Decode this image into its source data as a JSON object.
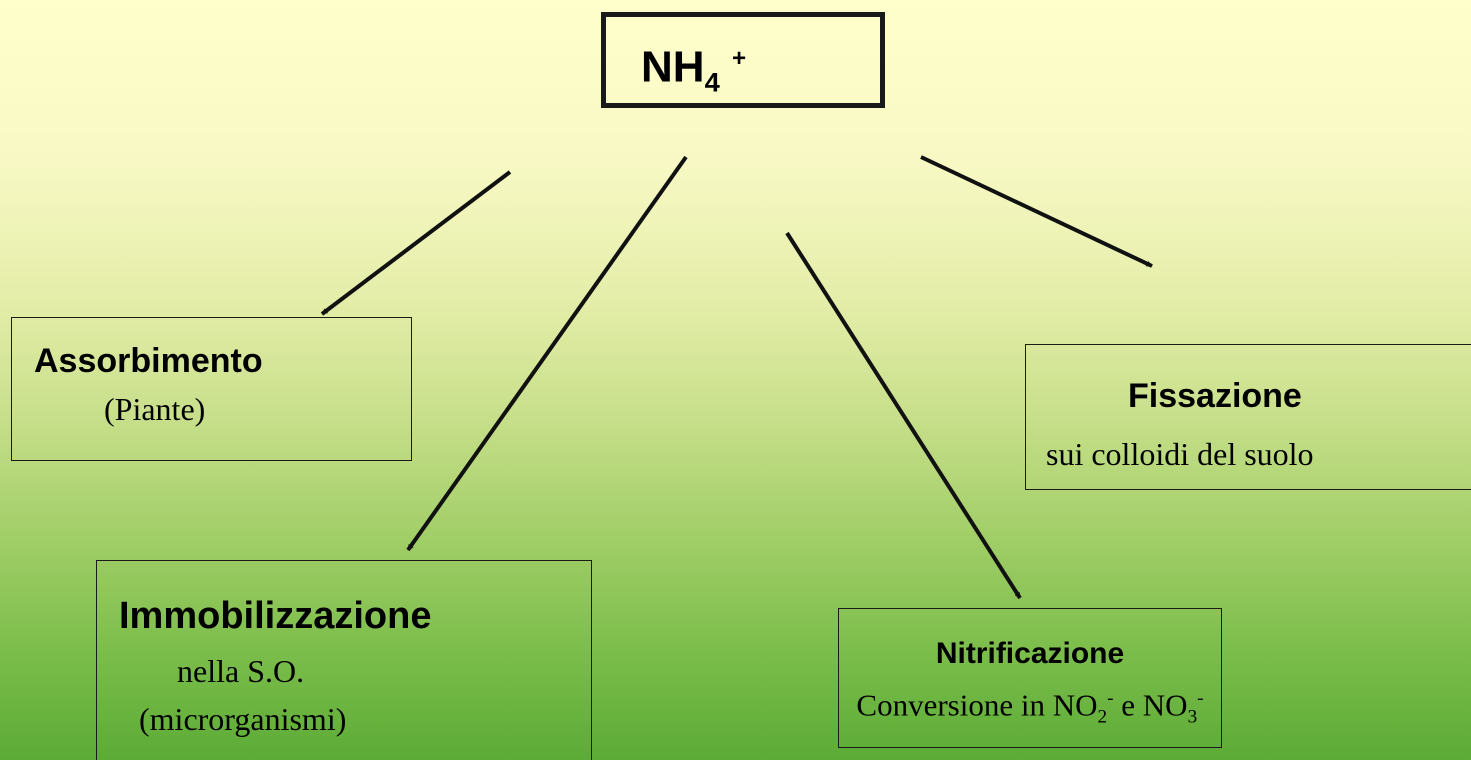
{
  "center": {
    "main": "NH",
    "sub": "4",
    "sup": "+"
  },
  "assorbimento": {
    "title": "Assorbimento",
    "subtitle": "(Piante)"
  },
  "immobilizzazione": {
    "title": "Immobilizzazione",
    "line1": "nella S.O.",
    "line2": "(microrganismi)"
  },
  "nitrificazione": {
    "title": "Nitrificazione",
    "prefix": "Conversione in NO",
    "sub1": "2",
    "sup1": "-",
    "mid": " e NO",
    "sub2": "3",
    "sup2": "-"
  },
  "fissazione": {
    "title": "Fissazione",
    "subtitle": "sui colloidi del suolo"
  },
  "colors": {
    "arrow": "#111111",
    "border": "#1a1a1a"
  }
}
